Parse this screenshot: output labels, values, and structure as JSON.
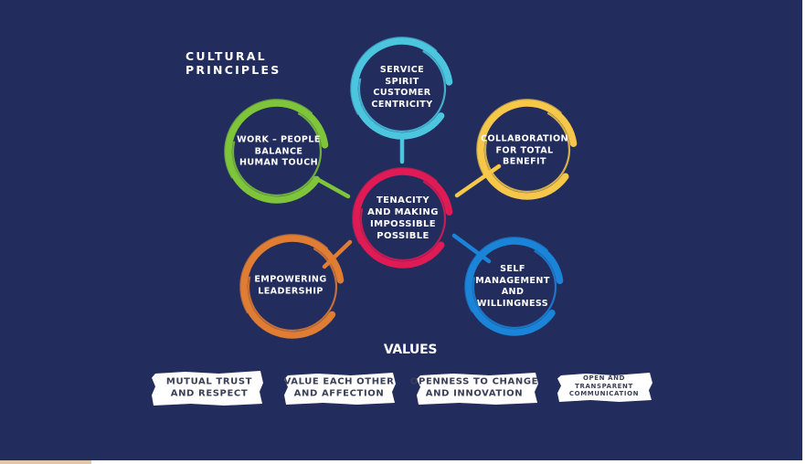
{
  "title": "CULTURAL\nPRINCIPLES",
  "center": {
    "label": "TENACITY\nAND MAKING\nIMPOSSIBLE\nPOSSIBLE",
    "color": "#e01a54"
  },
  "principles": [
    {
      "label": "SERVICE\nSPIRIT\nCUSTOMER\nCENTRICITY",
      "color": "#4bc6de"
    },
    {
      "label": "COLLABORATION\nFOR TOTAL\nBENEFIT",
      "color": "#f6c748"
    },
    {
      "label": "SELF\nMANAGEMENT\nAND\nWILLINGNESS",
      "color": "#1a84d8"
    },
    {
      "label": "EMPOWERING\nLEADERSHIP",
      "color": "#e07d32"
    },
    {
      "label": "WORK – PEOPLE\nBALANCE\nHUMAN TOUCH",
      "color": "#7fc53a"
    }
  ],
  "values": {
    "heading": "VALUES",
    "items": [
      {
        "label": "MUTUAL TRUST\nAND RESPECT"
      },
      {
        "label": "VALUE EACH OTHER\nAND AFFECTION"
      },
      {
        "label": "OPENNESS TO CHANGE\nAND INNOVATION"
      },
      {
        "label": "OPEN AND\nTRANSPARENT\nCOMMUNICATION"
      }
    ]
  }
}
